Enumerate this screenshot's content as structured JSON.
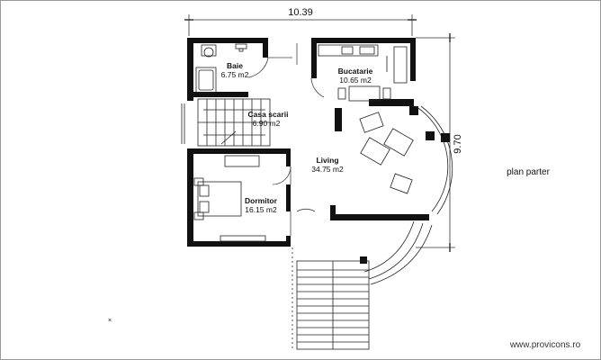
{
  "dimensions": {
    "width": "10.39",
    "height": "9.70"
  },
  "plan_title": "plan parter",
  "watermark": "www.provicons.ro",
  "rooms": {
    "baie": {
      "name": "Baie",
      "area": "6.75 m2"
    },
    "bucatarie": {
      "name": "Bucatarie",
      "area": "10.65 m2"
    },
    "casa": {
      "name": "Casa scarii",
      "area": "6.90 m2"
    },
    "living": {
      "name": "Living",
      "area": "34.75 m2"
    },
    "dormitor": {
      "name": "Dormitor",
      "area": "16.15 m2"
    }
  },
  "colors": {
    "wall": "#111111",
    "line": "#333333",
    "border": "#9a9a9a"
  }
}
